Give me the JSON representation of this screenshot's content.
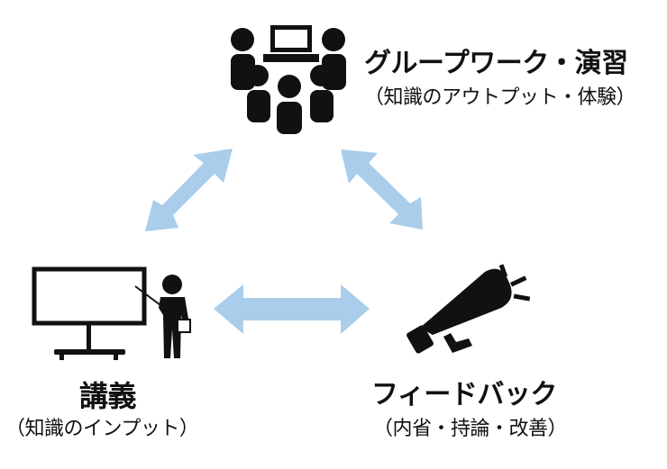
{
  "nodes": {
    "group_work": {
      "title": "グループワーク・演習",
      "subtitle": "（知識のアウトプット・体験）"
    },
    "lecture": {
      "title": "講義",
      "subtitle": "（知識のインプット）"
    },
    "feedback": {
      "title": "フィードバック",
      "subtitle": "（内省・持論・改善）"
    }
  },
  "icons": {
    "group": "people-group-icon",
    "lecture": "presenter-whiteboard-icon",
    "feedback": "megaphone-icon"
  },
  "colors": {
    "arrow": "#a9cdea",
    "icon": "#111111",
    "text": "#111111"
  }
}
